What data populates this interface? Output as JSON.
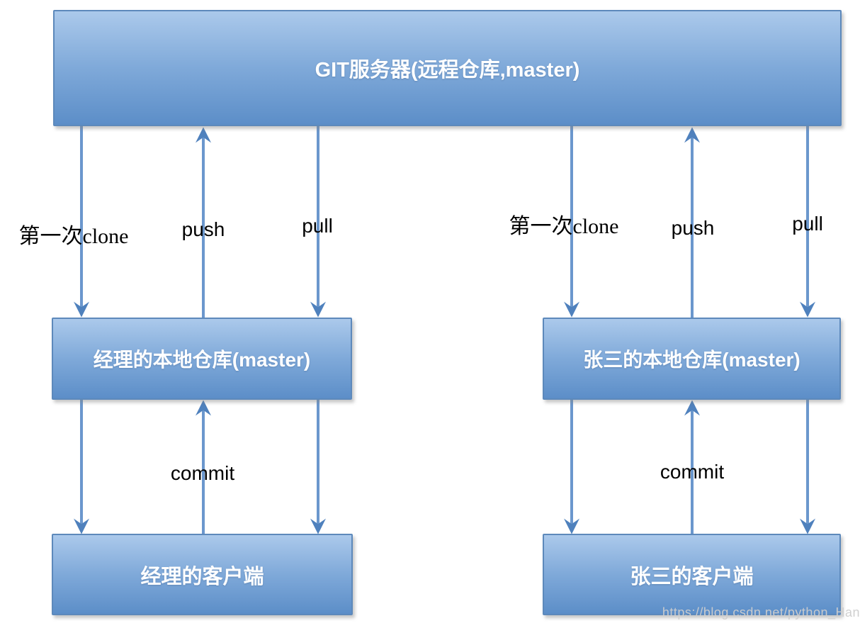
{
  "diagram": {
    "title": "Git workflow diagram",
    "type": "flow-diagram"
  },
  "nodes": {
    "server": {
      "label": "GIT服务器(远程仓库,master)"
    },
    "manager_repo": {
      "label": "经理的本地仓库(master)"
    },
    "zhangsan_repo": {
      "label": "张三的本地仓库(master)"
    },
    "manager_client": {
      "label": "经理的客户端"
    },
    "zhangsan_client": {
      "label": "张三的客户端"
    }
  },
  "edges": {
    "left_clone": {
      "label": "第一次clone",
      "from": "server",
      "to": "manager_repo",
      "direction": "down"
    },
    "left_push": {
      "label": "push",
      "from": "manager_repo",
      "to": "server",
      "direction": "up"
    },
    "left_pull": {
      "label": "pull",
      "from": "server",
      "to": "manager_repo",
      "direction": "down"
    },
    "left_clone_to_client": {
      "label": "",
      "from": "manager_repo",
      "to": "manager_client",
      "direction": "down"
    },
    "left_commit": {
      "label": "commit",
      "from": "manager_client",
      "to": "manager_repo",
      "direction": "up"
    },
    "left_pull_to_client": {
      "label": "",
      "from": "manager_repo",
      "to": "manager_client",
      "direction": "down"
    },
    "right_clone": {
      "label": "第一次clone",
      "from": "server",
      "to": "zhangsan_repo",
      "direction": "down"
    },
    "right_push": {
      "label": "push",
      "from": "zhangsan_repo",
      "to": "server",
      "direction": "up"
    },
    "right_pull": {
      "label": "pull",
      "from": "server",
      "to": "zhangsan_repo",
      "direction": "down"
    },
    "right_clone_to_client": {
      "label": "",
      "from": "zhangsan_repo",
      "to": "zhangsan_client",
      "direction": "down"
    },
    "right_commit": {
      "label": "commit",
      "from": "zhangsan_client",
      "to": "zhangsan_repo",
      "direction": "up"
    },
    "right_pull_to_client": {
      "label": "",
      "from": "zhangsan_repo",
      "to": "zhangsan_client",
      "direction": "down"
    }
  },
  "watermark": "https://blog.csdn.net/python_Han",
  "colors": {
    "box_gradient_top": "#abc9eb",
    "box_gradient_bottom": "#5c8ec8",
    "box_border": "#5d89bb",
    "arrow_line": "#6b97cd",
    "arrow_head": "#4f81bd",
    "label_text": "#000000",
    "box_text": "#ffffff",
    "watermark_text": "#cdcdcd"
  }
}
